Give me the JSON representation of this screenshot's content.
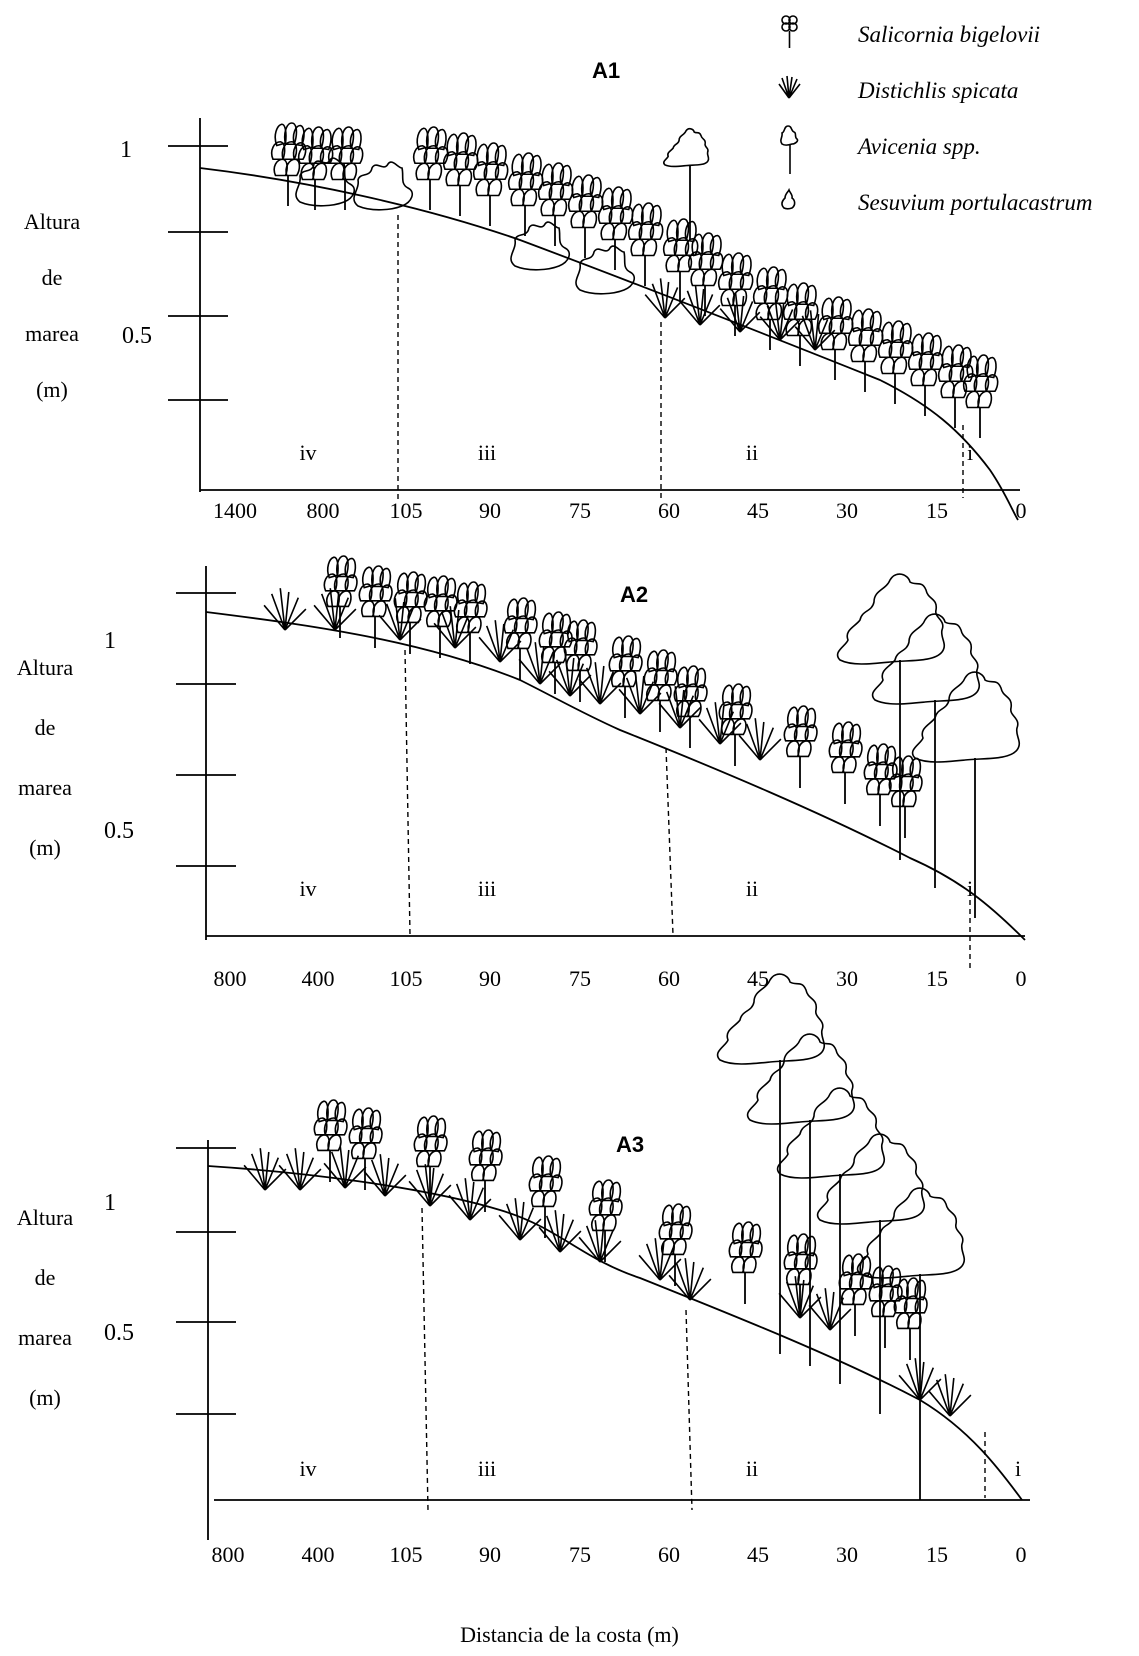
{
  "legend": [
    {
      "label": "Salicornia bigelovii",
      "icon": "salicornia-icon"
    },
    {
      "label": "Distichlis spicata",
      "icon": "distichlis-icon"
    },
    {
      "label": "Avicenia spp.",
      "icon": "avicenia-icon"
    },
    {
      "label": "Sesuvium portulacastrum",
      "icon": "sesuvium-icon"
    }
  ],
  "x_axis_title": "Distancia de la costa (m)",
  "y_axis_label": [
    "Altura",
    "de",
    "marea",
    "(m)"
  ],
  "y_ticks": [
    "1",
    "0.5"
  ],
  "zones": [
    "iv",
    "iii",
    "ii",
    "i"
  ],
  "panels": [
    {
      "title": "A1",
      "x_ticks": [
        "1400",
        "800",
        "105",
        "90",
        "75",
        "60",
        "45",
        "30",
        "15",
        "0"
      ]
    },
    {
      "title": "A2",
      "x_ticks": [
        "800",
        "400",
        "105",
        "90",
        "75",
        "60",
        "45",
        "30",
        "15",
        "0"
      ]
    },
    {
      "title": "A3",
      "x_ticks": [
        "800",
        "400",
        "105",
        "90",
        "75",
        "60",
        "45",
        "30",
        "15",
        "0"
      ]
    }
  ]
}
